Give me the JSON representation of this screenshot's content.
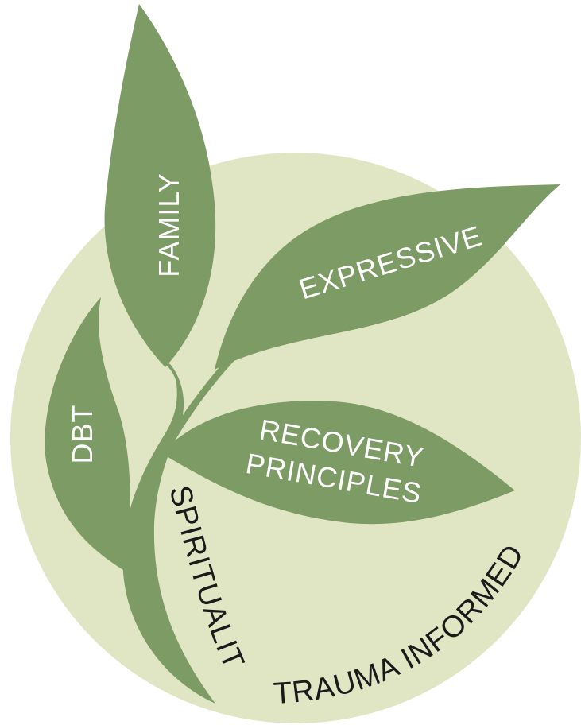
{
  "colors": {
    "background": "#ffffff",
    "circle": "#e0e6c4",
    "leaf": "#7d9b64",
    "leaf_text": "#ffffff",
    "outer_text": "#1a1a1a"
  },
  "leaves": {
    "family": "FAMILY",
    "expressive": "EXPRESSIVE",
    "dbt": "DBT",
    "recovery_line1": "RECOVERY",
    "recovery_line2": "PRINCIPLES"
  },
  "stem_label": "SPIRITUALITY",
  "circle_label": "TRAUMA INFORMED"
}
